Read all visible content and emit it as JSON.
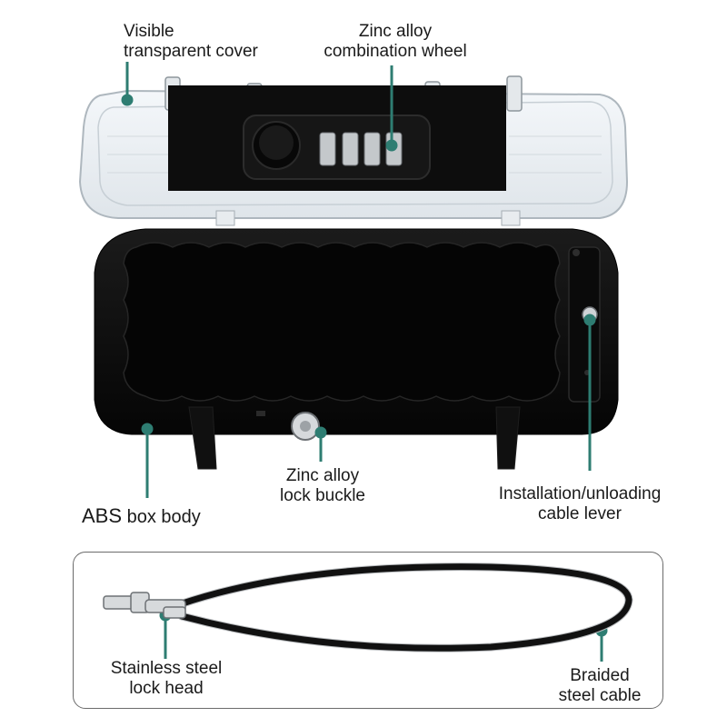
{
  "labels": {
    "cover": [
      "Visible",
      "transparent cover"
    ],
    "wheel": [
      "Zinc alloy",
      "combination wheel"
    ],
    "abs_strong": "ABS",
    "abs_rest": " box body",
    "buckle": [
      "Zinc alloy",
      "lock buckle"
    ],
    "lever": [
      "Installation/unloading",
      "cable lever"
    ],
    "lockhead": [
      "Stainless steel",
      "lock head"
    ],
    "cable": [
      "Braided",
      "steel cable"
    ]
  },
  "combination_digits": [
    "",
    "",
    "",
    ""
  ],
  "colors": {
    "leader_line": "#2e7d72",
    "box_body": "#0c0c0c",
    "cover_frame": "#cfd6dc",
    "cable": "#111111"
  },
  "icons": [
    "lockbox-illustration",
    "cable-illustration"
  ]
}
